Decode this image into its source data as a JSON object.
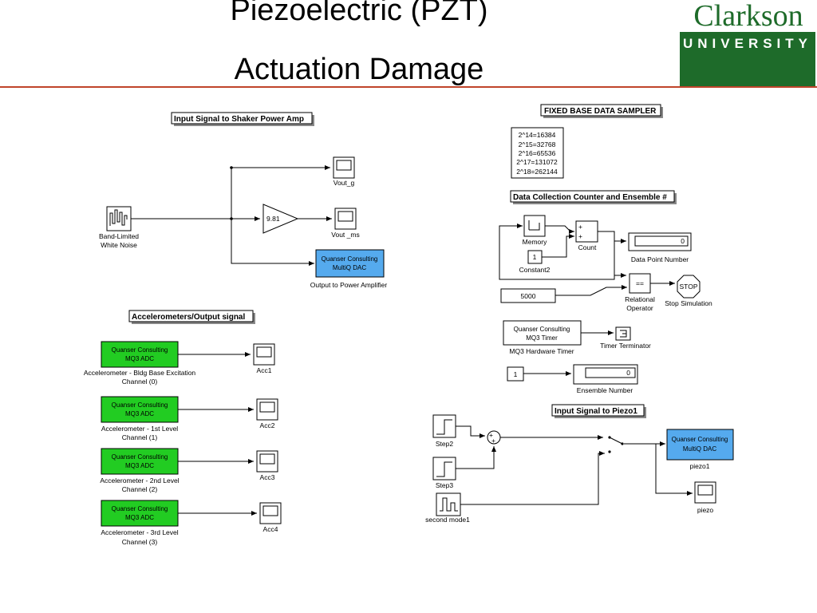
{
  "slide": {
    "title_line1": "Piezoelectric (PZT)",
    "title_line2": "Actuation Damage",
    "logo_name": "Clarkson",
    "logo_sub": "UNIVERSITY"
  },
  "colors": {
    "rule": "#c0442a",
    "logo_green": "#1e6b2a",
    "adc_green": "#22cc22",
    "dac_blue": "#55aaee"
  },
  "diagram": {
    "input_signal_header": "Input Signal to Shaker Power Amp",
    "noise_label1": "Band-Limited",
    "noise_label2": "White Noise",
    "gain_value": "9.81",
    "scope_vout_g": "Vout_g",
    "scope_vout_ms": "Vout _ms",
    "dac_line1": "Quanser Consulting",
    "dac_line2": "MultiQ DAC",
    "dac_caption": "Output to Power Amplifier",
    "accel_header": "Accelerometers/Output signal",
    "adc_line1": "Quanser Consulting",
    "adc_line2": "MQ3 ADC",
    "acc": [
      {
        "cap1": "Accelerometer - Bldg Base Excitation",
        "cap2": "Channel (0)",
        "scope": "Acc1"
      },
      {
        "cap1": "Accelerometer - 1st Level",
        "cap2": "Channel (1)",
        "scope": "Acc2"
      },
      {
        "cap1": "Accelerometer - 2nd Level",
        "cap2": "Channel (2)",
        "scope": "Acc3"
      },
      {
        "cap1": "Accelerometer - 3rd Level",
        "cap2": "Channel (3)",
        "scope": "Acc4"
      }
    ],
    "fixed_base_header": "FIXED BASE DATA SAMPLER",
    "powers": [
      "2^14=16384",
      "2^15=32768",
      "2^16=65536",
      "2^17=131072",
      "2^18=262144"
    ],
    "counter_header": "Data Collection Counter and Ensemble #",
    "memory_label": "Memory",
    "constant_value": "1",
    "constant_label": "Constant2",
    "count_label": "Count",
    "plus": "+",
    "data_point_value": "0",
    "data_point_label": "Data Point Number",
    "eq_op": "==",
    "relational_label1": "Relational",
    "relational_label2": "Operator",
    "stop_text": "STOP",
    "stop_label": "Stop Simulation",
    "const5000": "5000",
    "timer_line1": "Quanser Consulting",
    "timer_line2": "MQ3 Timer",
    "timer_label": "MQ3 Hardware Timer",
    "terminator_label": "Timer Terminator",
    "ens_const": "1",
    "ens_value": "0",
    "ens_label": "Ensemble Number",
    "piezo_header": "Input Signal to Piezo1",
    "step2_label": "Step2",
    "step3_label": "Step3",
    "mode_label": "second mode1",
    "piezo_dac_line1": "Quanser Consulting",
    "piezo_dac_line2": "MultiQ DAC",
    "piezo1_label": "piezo1",
    "piezo_scope_label": "piezo"
  }
}
